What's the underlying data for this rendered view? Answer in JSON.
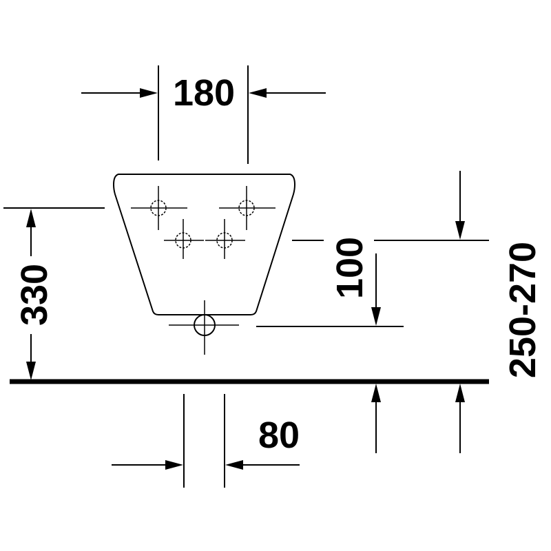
{
  "dimensions": {
    "width_top": "180",
    "height_total": "330",
    "drain_offset": "100",
    "height_range": "250-270",
    "drain_width": "80"
  },
  "colors": {
    "ink": "#000000",
    "background": "#ffffff"
  }
}
